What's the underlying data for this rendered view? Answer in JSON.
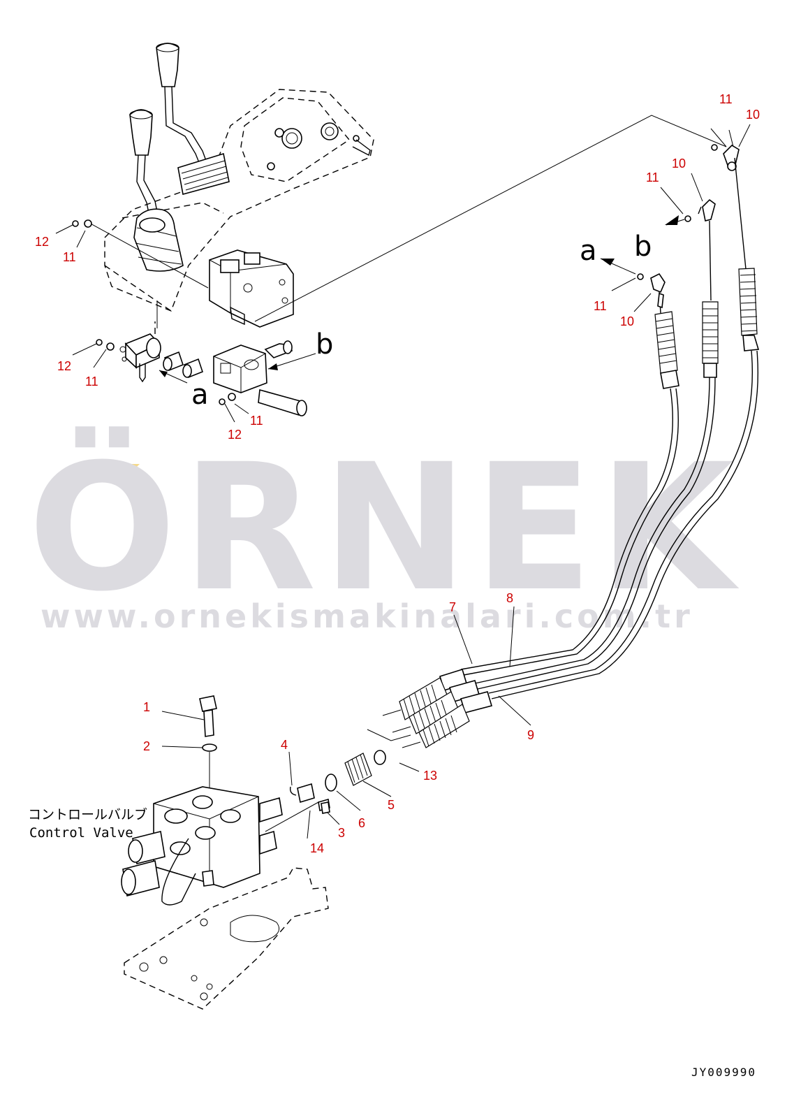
{
  "watermark": {
    "brand": "ÖRNEK",
    "url": "www.ornekismakinalari.com.tr",
    "accent_color": "#f5d98a"
  },
  "callouts": [
    "1",
    "2",
    "3",
    "4",
    "5",
    "6",
    "7",
    "8",
    "9",
    "10",
    "11",
    "12",
    "13",
    "14"
  ],
  "callout_text": {
    "c1": "1",
    "c2": "2",
    "c3": "3",
    "c4": "4",
    "c5": "5",
    "c6": "6",
    "c7": "7",
    "c8": "8",
    "c9": "9",
    "c10": "10",
    "c11": "11",
    "c12": "12",
    "c13": "13",
    "c14": "14"
  },
  "view_letters": {
    "a": "a",
    "b": "b"
  },
  "control_valve_label": {
    "jp": "コントロールバルブ",
    "en": "Control Valve"
  },
  "drawing_id": "JY009990",
  "colors": {
    "callout": "#cc0000",
    "line": "#000000",
    "watermark": "#dcdbe0"
  }
}
